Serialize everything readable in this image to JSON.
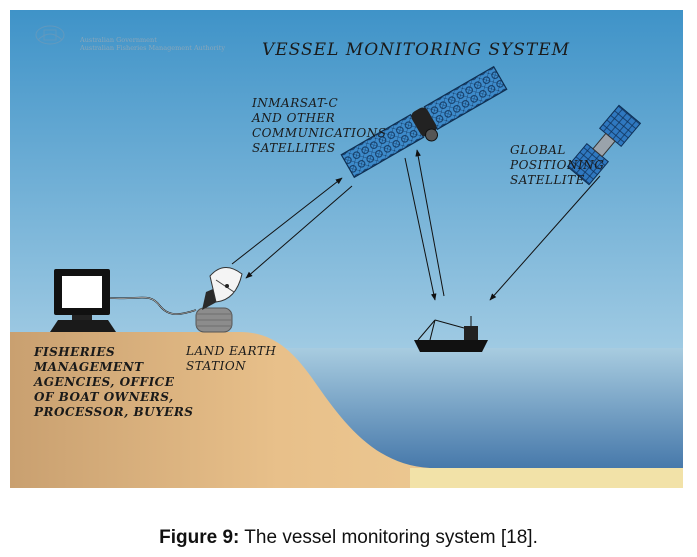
{
  "logo": {
    "line1": "Australian Government",
    "line2": "Australian Fisheries Management Authority"
  },
  "title": "VESSEL MONITORING SYSTEM",
  "labels": {
    "comm_satellites": "INMARSAT-C\nAND OTHER\nCOMMUNICATIONS\nSATELLITES",
    "gps": "GLOBAL\nPOSITIONING\nSATELLITE",
    "land_station": "LAND EARTH\nSTATION",
    "agencies": "FISHERIES\nMANAGEMENT\nAGENCIES, OFFICE\nOF BOAT OWNERS,\nPROCESSOR, BUYERS"
  },
  "caption": {
    "prefix": "Figure 9:",
    "text": " The vessel monitoring system [18]."
  },
  "colors": {
    "sky_top": "#3f93c8",
    "sky_bottom": "#c7e1ee",
    "land": "#e6bd85",
    "sea_top": "#9cc4da",
    "sea_bottom": "#3f74a8",
    "panel": "#3b8bc9"
  }
}
